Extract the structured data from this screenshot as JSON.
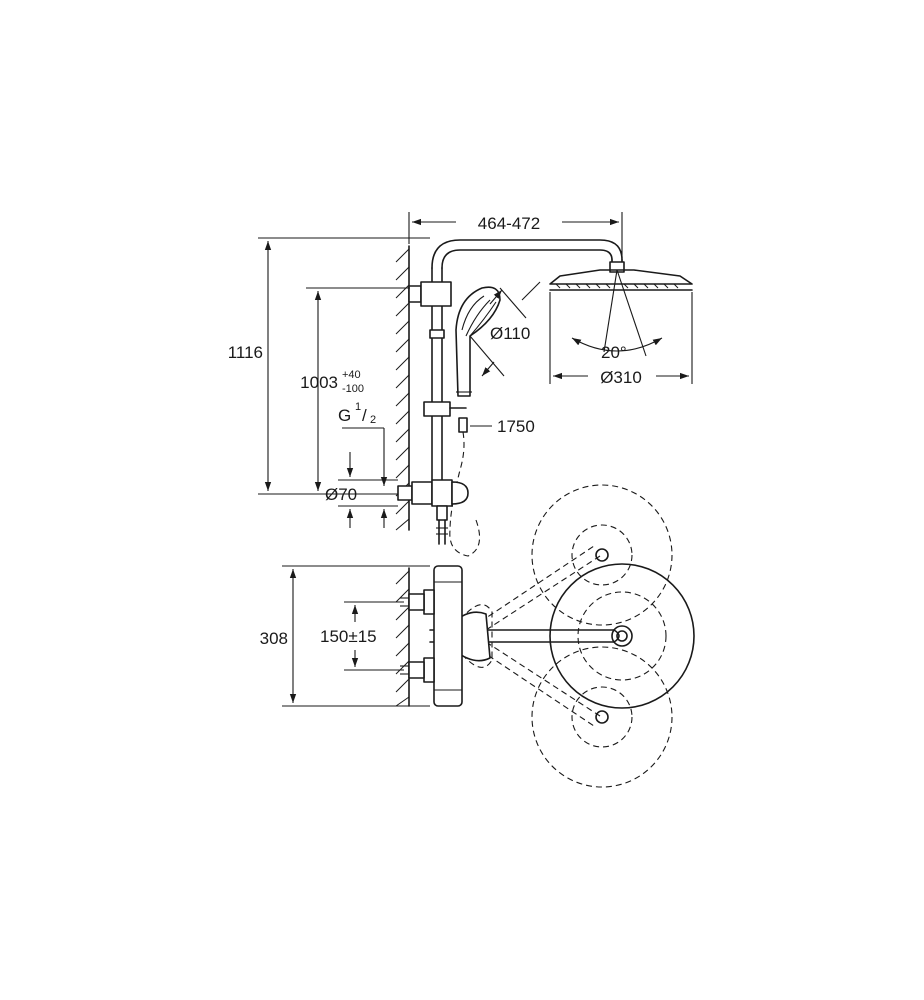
{
  "dimensions": {
    "arm_reach": "464-472",
    "total_height": "1116",
    "rail_height_main": "1003",
    "rail_height_tol_upper": "+40",
    "rail_height_tol_lower": "-100",
    "thread_prefix": "G",
    "thread_num": "1",
    "thread_den": "2",
    "hand_shower_diameter": "Ø110",
    "hose_length": "1750",
    "head_shower_angle": "20°",
    "head_shower_diameter": "Ø310",
    "connection_diameter": "Ø70",
    "wall_projection": "308",
    "inlet_spacing": "150±15"
  }
}
